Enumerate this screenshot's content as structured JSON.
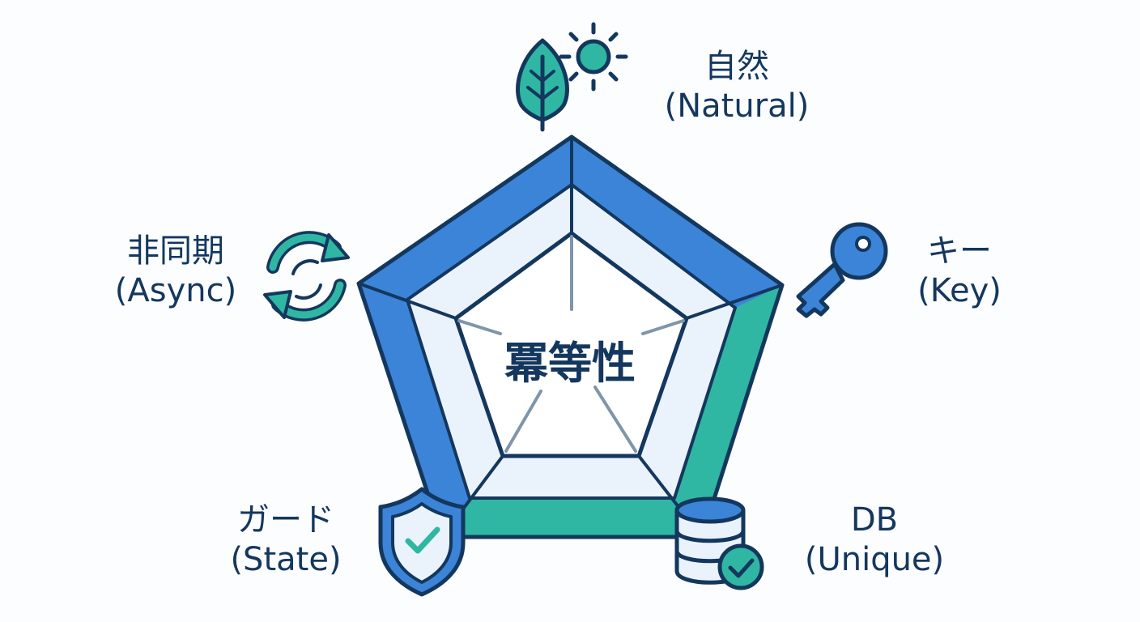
{
  "center": {
    "label": "冪等性"
  },
  "axes": [
    {
      "id": "natural",
      "title": "自然",
      "subtitle": "(Natural)",
      "icon": "leaf-sun-icon"
    },
    {
      "id": "key",
      "title": "キー",
      "subtitle": "(Key)",
      "icon": "key-icon"
    },
    {
      "id": "db",
      "title": "DB",
      "subtitle": "(Unique)",
      "icon": "database-check-icon"
    },
    {
      "id": "guard",
      "title": "ガード",
      "subtitle": "(State)",
      "icon": "shield-check-icon"
    },
    {
      "id": "async",
      "title": "非同期",
      "subtitle": "(Async)",
      "icon": "sync-arrows-icon"
    }
  ],
  "colors": {
    "ink": "#14375e",
    "blue": "#3b84d8",
    "teal": "#2fb7a3",
    "pale": "#eaf3fb"
  }
}
